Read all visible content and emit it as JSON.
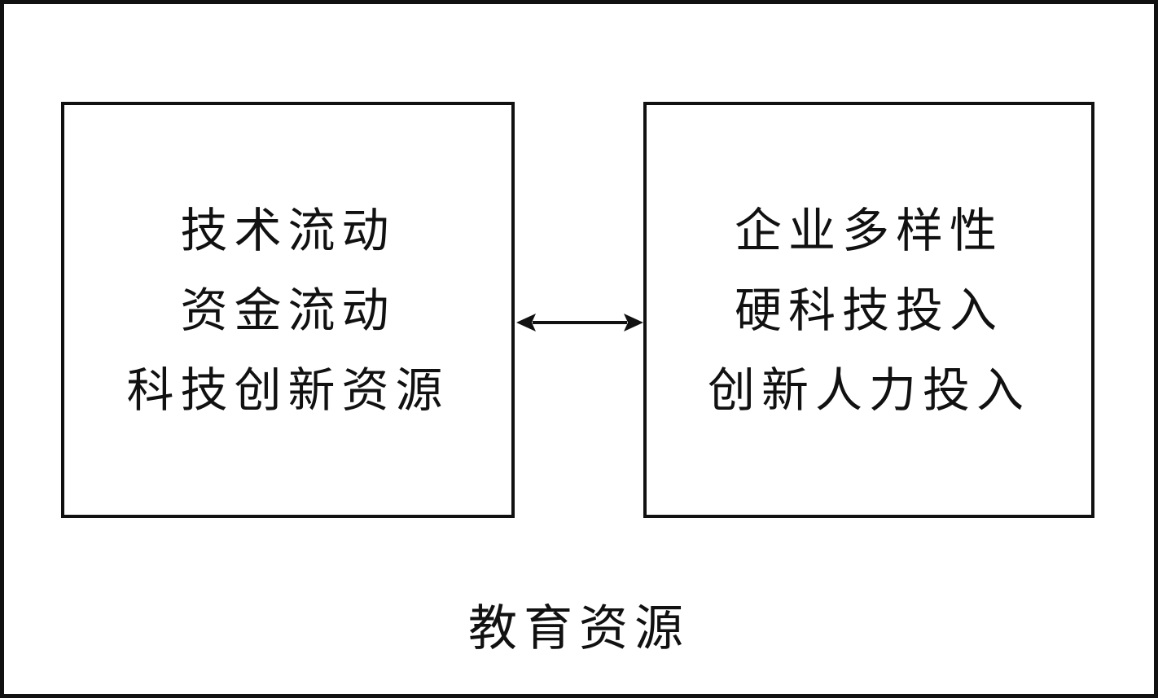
{
  "left_box": {
    "lines": [
      "技术流动",
      "资金流动",
      "科技创新资源"
    ]
  },
  "right_box": {
    "lines": [
      "企业多样性",
      "硬科技投入",
      "创新人力投入"
    ]
  },
  "connector": {
    "type": "bidirectional-arrow"
  },
  "outer_label": "教育资源",
  "colors": {
    "stroke": "#111111",
    "background": "#ffffff"
  }
}
